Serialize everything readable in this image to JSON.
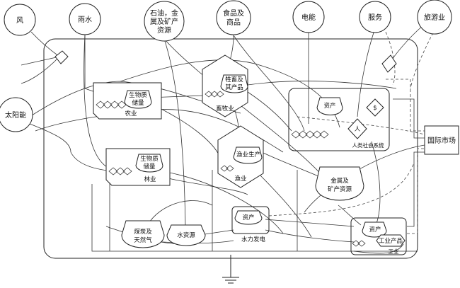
{
  "sources": {
    "wind": "风",
    "rain": "雨水",
    "minerals_line1": "石油，金",
    "minerals_line2": "属及矿产",
    "minerals_line3": "资源",
    "food_line1": "食品及",
    "food_line2": "商品",
    "electricity": "电能",
    "services": "服务",
    "tourism": "旅游业",
    "solar": "太阳能"
  },
  "agriculture": {
    "storage_line1": "生物质",
    "storage_line2": "储量",
    "label": "农业"
  },
  "livestock": {
    "storage_line1": "牲畜及",
    "storage_line2": "其产品",
    "label": "畜牧业"
  },
  "forestry": {
    "storage_line1": "生物质",
    "storage_line2": "储量",
    "label": "林业"
  },
  "fishery": {
    "storage": "渔业生产",
    "label": "渔业"
  },
  "human_society": {
    "assets": "资产",
    "money": "$",
    "person": "人",
    "label": "人类社会系统"
  },
  "market": "国际市场",
  "metal_reserve_line1": "金属及",
  "metal_reserve_line2": "矿产资源",
  "coal_line1": "煤炭及",
  "coal_line2": "天然气",
  "water": "水资源",
  "hydro": {
    "assets": "资产",
    "label": "水力发电"
  },
  "industry": {
    "assets": "资产",
    "product": "工业产品",
    "label": "工业"
  }
}
